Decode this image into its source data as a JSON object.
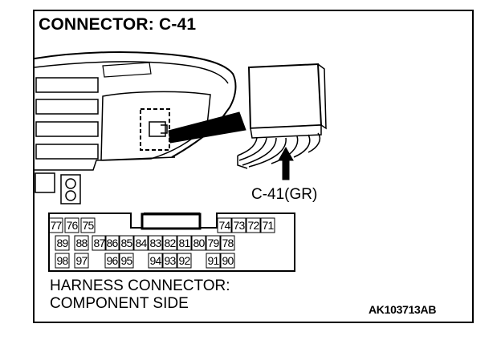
{
  "title": "CONNECTOR: C-41",
  "connector_label": "C-41(GR)",
  "caption_line1": "HARNESS CONNECTOR:",
  "caption_line2": "COMPONENT SIDE",
  "figure_code": "AK103713AB",
  "pins": {
    "row1": [
      "77",
      "76",
      "75",
      "",
      "",
      "",
      "",
      "",
      "",
      "",
      "74",
      "73",
      "72",
      "71"
    ],
    "row2": [
      "89",
      "88",
      "87",
      "86",
      "85",
      "84",
      "83",
      "82",
      "81",
      "80",
      "79",
      "78"
    ],
    "row3": [
      "98",
      "97",
      "",
      "96",
      "95",
      "",
      "94",
      "93",
      "92",
      "",
      "91",
      "90"
    ]
  }
}
